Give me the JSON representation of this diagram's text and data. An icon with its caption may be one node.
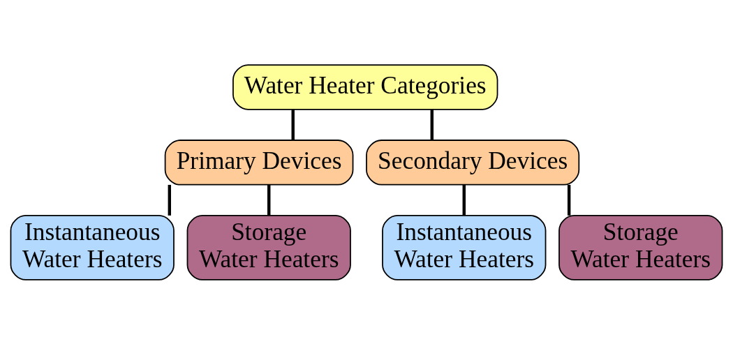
{
  "diagram": {
    "nodes": [
      {
        "text": [
          "Water Heater Categories"
        ]
      },
      {
        "text": [
          "Primary Devices"
        ]
      },
      {
        "text": [
          "Secondary Devices"
        ]
      },
      {
        "text": [
          "Instantaneous Water Heaters"
        ]
      },
      {
        "text": [
          "Storage Water Heaters"
        ]
      },
      {
        "text": [
          "Instantaneous Water Heaters"
        ]
      },
      {
        "text": [
          "Storage Water Heaters"
        ]
      }
    ],
    "edges": [
      {
        "from": 0,
        "to": 1,
        "arrow": "none"
      },
      {
        "from": 0,
        "to": 2,
        "arrow": "none"
      },
      {
        "from": 1,
        "to": 3,
        "arrow": "none"
      },
      {
        "from": 1,
        "to": 4,
        "arrow": "none"
      },
      {
        "from": 2,
        "to": 5,
        "arrow": "none"
      },
      {
        "from": 2,
        "to": 6,
        "arrow": "none"
      }
    ]
  }
}
